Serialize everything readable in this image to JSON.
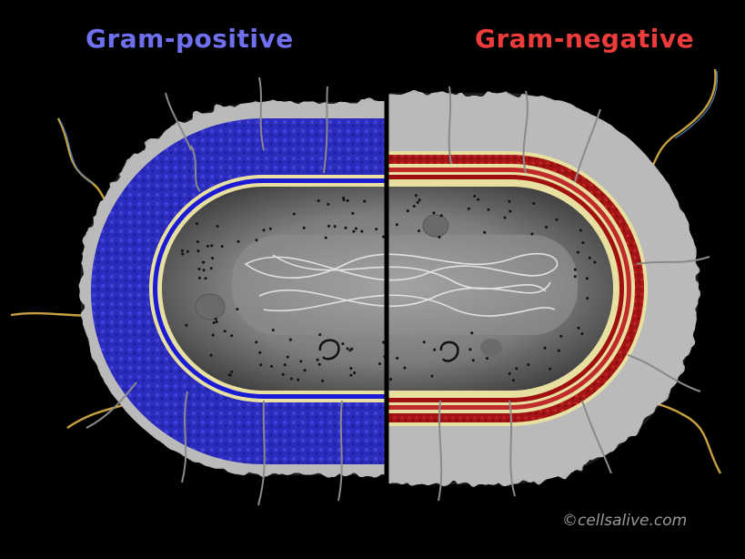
{
  "left_panel": {
    "title": "Gram-positive",
    "title_color": "#6f70ee",
    "wall_color": "#2a2ab0",
    "membrane_color": "#1b1bd6"
  },
  "right_panel": {
    "title": "Gram-negative",
    "title_color": "#ee3c3c",
    "outer_membrane_color": "#b01818",
    "inner_membrane_color": "#b01818"
  },
  "capsule_color": "#b5b5b5",
  "cytoplasm_color": "#7a7a7a",
  "flagella_color": "#c8a040",
  "credit": "©cellsalive.com",
  "icons": [
    "dna-strand",
    "ribosome-dot",
    "inclusion-body",
    "plasmid",
    "flagellum",
    "pilus"
  ]
}
